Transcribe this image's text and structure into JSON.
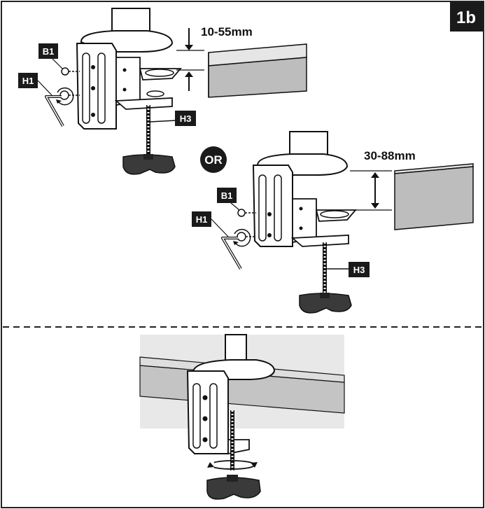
{
  "step": {
    "label": "1b"
  },
  "connector": {
    "label": "OR"
  },
  "option_a": {
    "range_label": "10-55mm",
    "tag_bolt": "B1",
    "tag_hex_key": "H1",
    "tag_clamp_screw": "H3"
  },
  "option_b": {
    "range_label": "30-88mm",
    "tag_bolt": "B1",
    "tag_hex_key": "H1",
    "tag_clamp_screw": "H3"
  },
  "colors": {
    "ink": "#111111",
    "tag_bg": "#1a1a1a",
    "desk_top": "#e6e6e6",
    "desk_front": "#bdbdbd",
    "knob": "#3a3a3a",
    "border": "#222222"
  },
  "icons": [
    "hex-key-icon",
    "rotate-arrow-icon",
    "bolt-icon",
    "clamp-knob-icon",
    "dimension-arrow-icon"
  ]
}
